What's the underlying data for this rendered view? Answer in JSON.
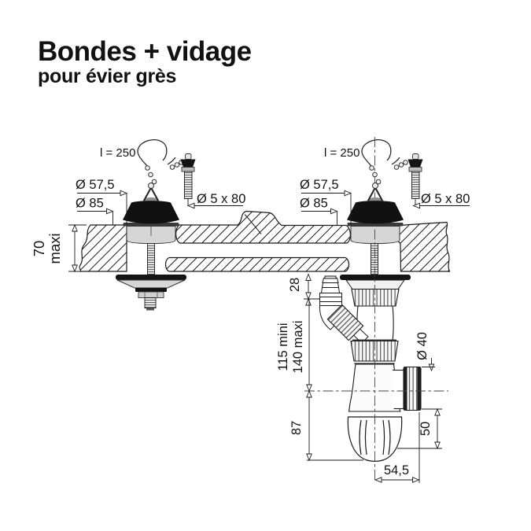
{
  "title": {
    "line1": "Bondes + vidage",
    "line2": "pour évier grès"
  },
  "bonde_left": {
    "chain_length": "l = 250",
    "plug_diameter": "Ø 57,5",
    "flange_diameter": "Ø 85",
    "screw_size": "Ø 5 x 80"
  },
  "bonde_right": {
    "chain_length": "l = 250",
    "plug_diameter": "Ø 57,5",
    "flange_diameter": "Ø 85",
    "screw_size": "Ø 5 x 80"
  },
  "dimensions": {
    "sink_thickness_value": "70",
    "sink_thickness_qualifier": "maxi",
    "inlet_offset": "28",
    "height_min": "115 mini",
    "height_max": "140 maxi",
    "trap_depth": "87",
    "outlet_diameter": "Ø 40",
    "outlet_drop": "50",
    "outlet_offset": "54,5"
  },
  "colors": {
    "ink": "#1a1a1a",
    "fill_gray": "#d6d6d6",
    "fill_dark": "#141414"
  }
}
